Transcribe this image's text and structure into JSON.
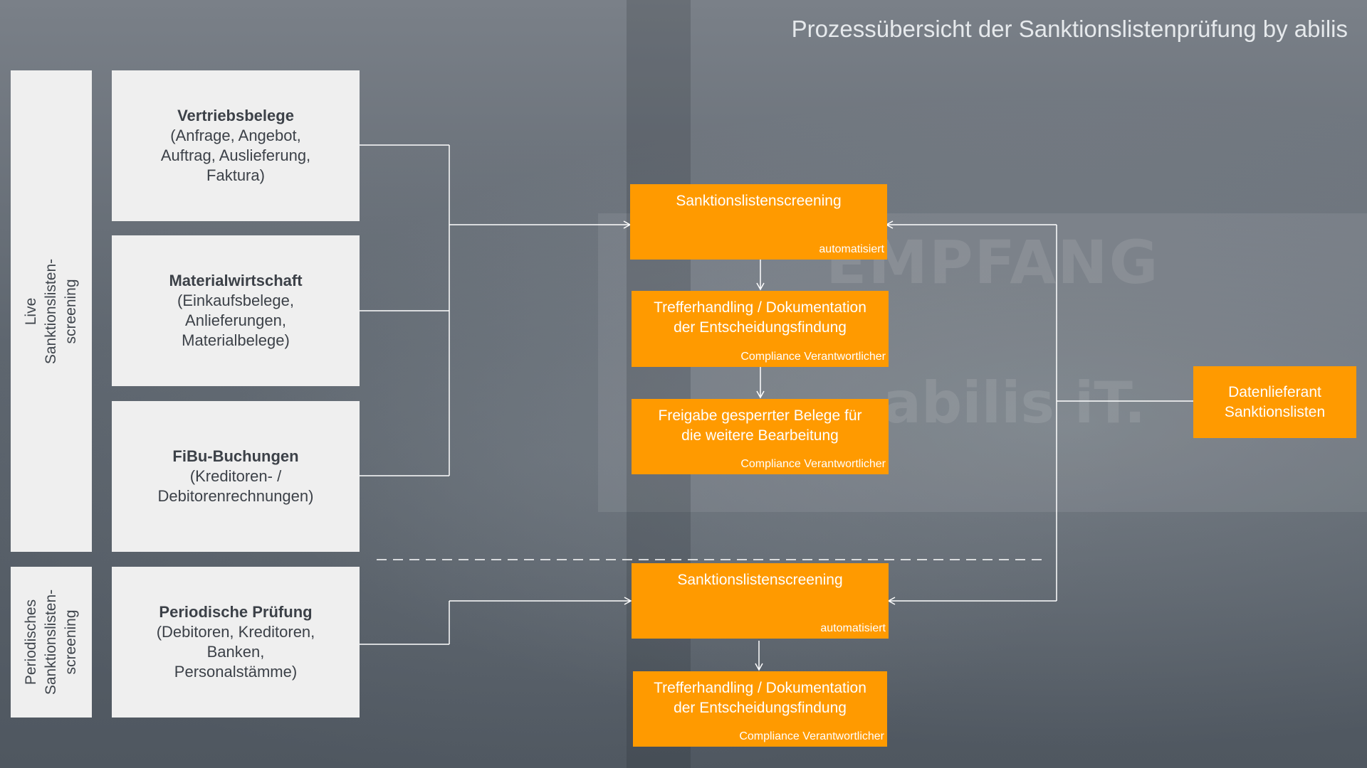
{
  "title": "Prozessübersicht der Sanktionslistenprüfung by abilis",
  "background": {
    "sign_text_1": "EMPFANG",
    "sign_text_2": "abilis iT."
  },
  "side_labels": {
    "live": "Live\nSanktionslisten-\nscreening",
    "periodic": "Periodisches\nSanktionslisten-\nscreening"
  },
  "sources": [
    {
      "title": "Vertriebsbelege",
      "detail": "(Anfrage, Angebot,\nAuftrag, Auslieferung,\nFaktura)"
    },
    {
      "title": "Materialwirtschaft",
      "detail": "(Einkaufsbelege,\nAnlieferungen,\nMaterialbelege)"
    },
    {
      "title": "FiBu-Buchungen",
      "detail": "(Kreditoren- /\nDebitorenrechnungen)"
    },
    {
      "title": "Periodische Prüfung",
      "detail": "(Debitoren, Kreditoren,\nBanken,\nPersonalstämme)"
    }
  ],
  "live_steps": [
    {
      "title": "Sanktionslistenscreening",
      "tag": "automatisiert"
    },
    {
      "title": "Trefferhandling / Dokumentation\nder Entscheidungsfindung",
      "tag": "Compliance Verantwortlicher"
    },
    {
      "title": "Freigabe gesperrter Belege für\ndie weitere Bearbeitung",
      "tag": "Compliance Verantwortlicher"
    }
  ],
  "periodic_steps": [
    {
      "title": "Sanktionslistenscreening",
      "tag": "automatisiert"
    },
    {
      "title": "Trefferhandling / Dokumentation\nder Entscheidungsfindung",
      "tag": "Compliance Verantwortlicher"
    }
  ],
  "data_supplier": "Datenlieferant\nSanktionslisten",
  "colors": {
    "accent": "#ff9a00",
    "box_light": "#efefef",
    "line": "#ffffff"
  }
}
